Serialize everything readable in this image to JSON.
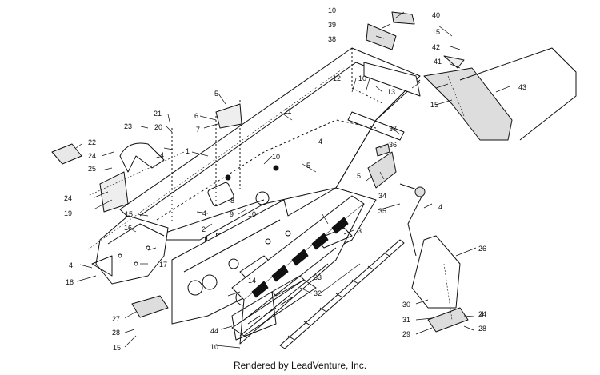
{
  "diagram": {
    "watermark": "LEADVENTURE",
    "callouts": {
      "c1": "1",
      "c2": "2",
      "c3": "3",
      "c4a": "4",
      "c4b": "4",
      "c4c": "4",
      "c4d": "4",
      "c4e": "4",
      "c5a": "5",
      "c5b": "5",
      "c5c": "5",
      "c6": "6",
      "c7": "7",
      "c8": "8",
      "c9": "9",
      "c10a": "10",
      "c10b": "10",
      "c10c": "10",
      "c10d": "10",
      "c10e": "10",
      "c11": "11",
      "c12": "12",
      "c13": "13",
      "c14a": "14",
      "c14b": "14",
      "c15a": "15",
      "c15b": "15",
      "c15c": "15",
      "c15d": "15",
      "c16": "16",
      "c17": "17",
      "c18": "18",
      "c19": "19",
      "c20": "20",
      "c21": "21",
      "c22": "22",
      "c23": "23",
      "c24a": "24",
      "c24b": "24",
      "c24c": "24",
      "c25": "25",
      "c26": "26",
      "c27": "27",
      "c28a": "28",
      "c28b": "28",
      "c29": "29",
      "c30": "30",
      "c31": "31",
      "c32": "32",
      "c33": "33",
      "c34": "34",
      "c35": "35",
      "c36": "36",
      "c37": "37",
      "c38": "38",
      "c39": "39",
      "c40": "40",
      "c41": "41",
      "c42": "42",
      "c43": "43",
      "c44": "44"
    }
  },
  "footer": {
    "credit": "Rendered by LeadVenture, Inc."
  }
}
